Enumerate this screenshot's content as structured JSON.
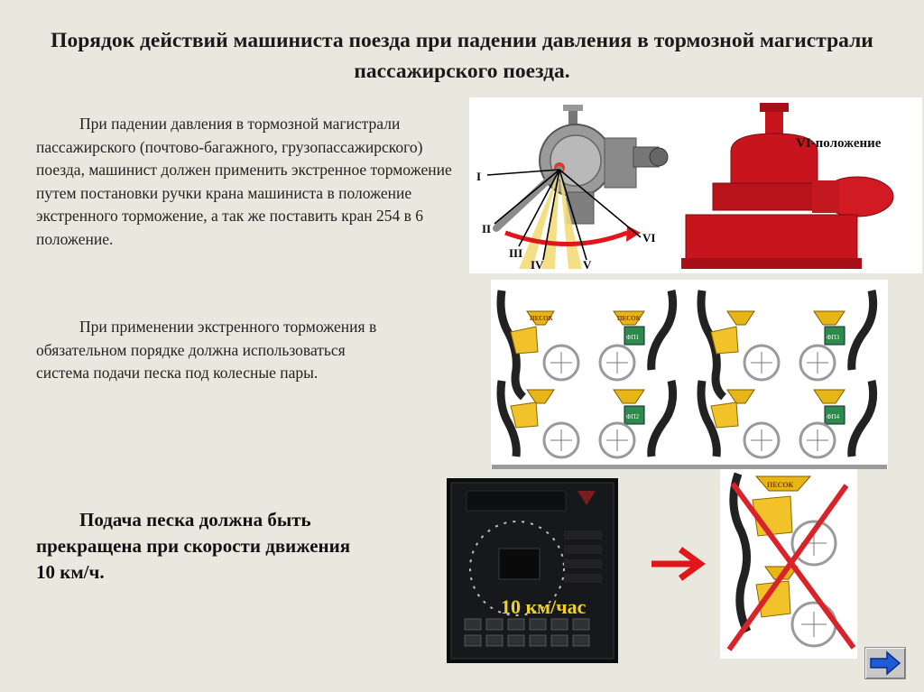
{
  "slide": {
    "title": "Порядок действий машиниста поезда при падении давления в тормозной магистрали пассажирского поезда.",
    "paragraph_1": "При падении давления в тормозной магистрали пассажирского (почтово-багажного, грузопассажирского) поезда,  машинист должен применить экстренное торможение путем постановки ручки крана машиниста в положение экстренного торможение, а так же поставить кран 254 в 6 положение.",
    "paragraph_2": "При применении экстренного торможения в обязательном порядке должна использоваться система подачи песка под колесные пары.",
    "paragraph_3": "Подача песка должна быть прекращена при скорости движения 10 км/ч."
  },
  "crane_figure": {
    "positions": [
      "I",
      "II",
      "III",
      "IV",
      "V",
      "VI"
    ],
    "right_label": "VI-положение"
  },
  "sand_figure": {
    "bunker_label": "ПЕСОК",
    "valve_labels": [
      "ФП1",
      "ФП2",
      "ФП3",
      "ФП4"
    ]
  },
  "display_figure": {
    "speed_label": "10 км/час"
  },
  "navigation": {
    "next_icon": "arrow-right-icon"
  },
  "colors": {
    "background": "#e9e8df",
    "crane_red": "#c8141c",
    "arrow_red": "#e0161b",
    "cross_red": "#d9232a",
    "sand_yellow": "#e8b516",
    "nav_blue": "#1f5bd8"
  }
}
